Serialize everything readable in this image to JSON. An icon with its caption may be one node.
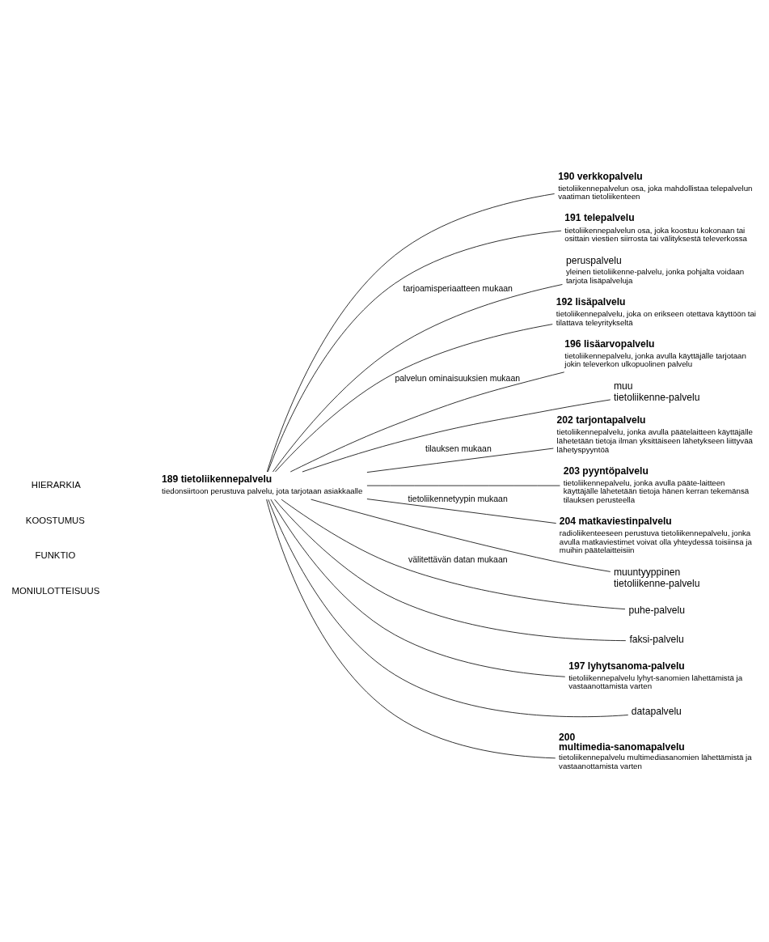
{
  "diagram": {
    "nodes": [
      {
        "text": [
          "189 tietoliikennepalvelu",
          "tiedonsiirtoon perustuva palvelu, jota tarjotaan asiakkaalle"
        ]
      },
      {
        "text": [
          "190 verkkopalvelu",
          "tietoliikennepalvelun osa, joka mahdollistaa telepalvelun vaatiman tietoliikenteen"
        ]
      },
      {
        "text": [
          "191 telepalvelu",
          "tietoliikennepalvelun osa, joka koostuu kokonaan tai osittain viestien siirrosta tai välityksestä televerkossa"
        ]
      },
      {
        "text": [
          "peruspalvelu",
          "yleinen tietoliikenne-palvelu, jonka pohjalta voidaan tarjota lisäpalveluja"
        ]
      },
      {
        "text": [
          "192 lisäpalvelu",
          "tietoliikennepalvelu, joka on erikseen otettava käyttöön tai tilattava teleyritykseltä"
        ]
      },
      {
        "text": [
          "196 lisäarvopalvelu",
          "tietoliikennepalvelu, jonka avulla käyttäjälle tarjotaan jokin televerkon ulkopuolinen palvelu"
        ]
      },
      {
        "text": [
          "muu tietoliikenne-palvelu"
        ]
      },
      {
        "text": [
          "202 tarjontapalvelu",
          "tietoliikennepalvelu, jonka avulla päätelaitteen käyttäjälle lähetetään tietoja ilman yksittäiseen lähetykseen liittyvää lähetyspyyntöä"
        ]
      },
      {
        "text": [
          "203 pyyntöpalvelu",
          "tietoliikennepalvelu, jonka avulla pääte-laitteen käyttäjälle lähetetään tietoja hänen kerran tekemänsä tilauksen perusteella"
        ]
      },
      {
        "text": [
          "204 matkaviestinpalvelu",
          "radioliikenteeseen perustuva tietoliikennepalvelu, jonka avulla matkaviestimet voivat olla yhteydessä toisiinsa ja muihin päätelaitteisiin"
        ]
      },
      {
        "text": [
          "muuntyyppinen tietoliikenne-palvelu"
        ]
      },
      {
        "text": [
          "puhe-palvelu"
        ]
      },
      {
        "text": [
          "faksi-palvelu"
        ]
      },
      {
        "text": [
          "197 lyhytsanoma-palvelu",
          "tietoliikennepalvelu lyhyt-sanomien lähettämistä ja vastaanottamista varten"
        ]
      },
      {
        "text": [
          "datapalvelu"
        ]
      },
      {
        "text": [
          "200 multimedia-sanomapalvelu",
          "tietoliikennepalvelu multimediasanomien lähettämistä ja vastaanottamista varten"
        ]
      }
    ],
    "edges": [
      {
        "from": 0,
        "to": 1,
        "arrow": "none"
      },
      {
        "from": 0,
        "to": 2,
        "arrow": "none"
      },
      {
        "from": 0,
        "to": 3,
        "arrow": "none",
        "label": "tarjoamisperiaatteen mukaan"
      },
      {
        "from": 0,
        "to": 4,
        "arrow": "none"
      },
      {
        "from": 0,
        "to": 5,
        "arrow": "none",
        "label": "palvelun ominaisuuksien mukaan"
      },
      {
        "from": 0,
        "to": 6,
        "arrow": "none"
      },
      {
        "from": 0,
        "to": 7,
        "arrow": "none",
        "label": "tilauksen mukaan"
      },
      {
        "from": 0,
        "to": 8,
        "arrow": "none"
      },
      {
        "from": 0,
        "to": 9,
        "arrow": "none",
        "label": "tietoliikennetyypin mukaan"
      },
      {
        "from": 0,
        "to": 10,
        "arrow": "none"
      },
      {
        "from": 0,
        "to": 11,
        "arrow": "none",
        "label": "välitettävän datan mukaan"
      },
      {
        "from": 0,
        "to": 12,
        "arrow": "none"
      },
      {
        "from": 0,
        "to": 13,
        "arrow": "none"
      },
      {
        "from": 0,
        "to": 14,
        "arrow": "none"
      },
      {
        "from": 0,
        "to": 15,
        "arrow": "none"
      }
    ],
    "legend": [
      {
        "text": "HIERARKIA"
      },
      {
        "text": "KOOSTUMUS"
      },
      {
        "text": "FUNKTIO"
      },
      {
        "text": "MONIULOTTEISUUS"
      }
    ]
  }
}
